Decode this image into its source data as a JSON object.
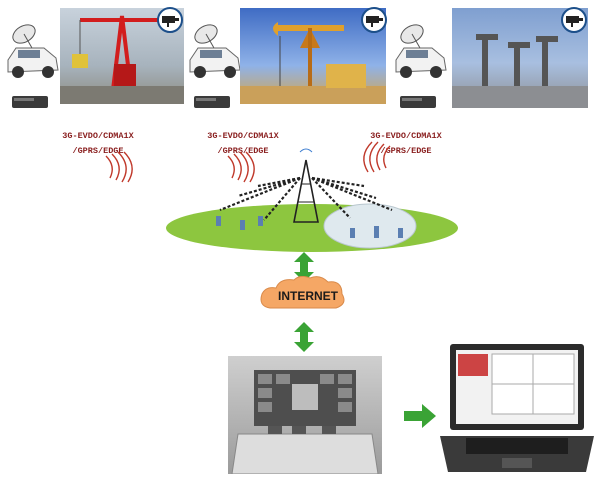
{
  "network_labels": [
    {
      "line1": "3G-EVDO/CDMA1X",
      "line2": "/GPRS/EDGE"
    },
    {
      "line1": "3G-EVDO/CDMA1X",
      "line2": "/GPRS/EDGE"
    },
    {
      "line1": "3G-EVDO/CDMA1X",
      "line2": "/GPRS/EDGE"
    }
  ],
  "cloud_label": "INTERNET",
  "colors": {
    "label_red": "#8a1f1f",
    "arrow_green": "#3aa335",
    "ground_green": "#8dc63f",
    "cloud_orange": "#f5a765"
  },
  "icons": [
    "satellite-car-icon",
    "camera-icon",
    "video-encoder-icon",
    "cell-tower-icon",
    "internet-cloud-icon",
    "laptop-icon"
  ]
}
